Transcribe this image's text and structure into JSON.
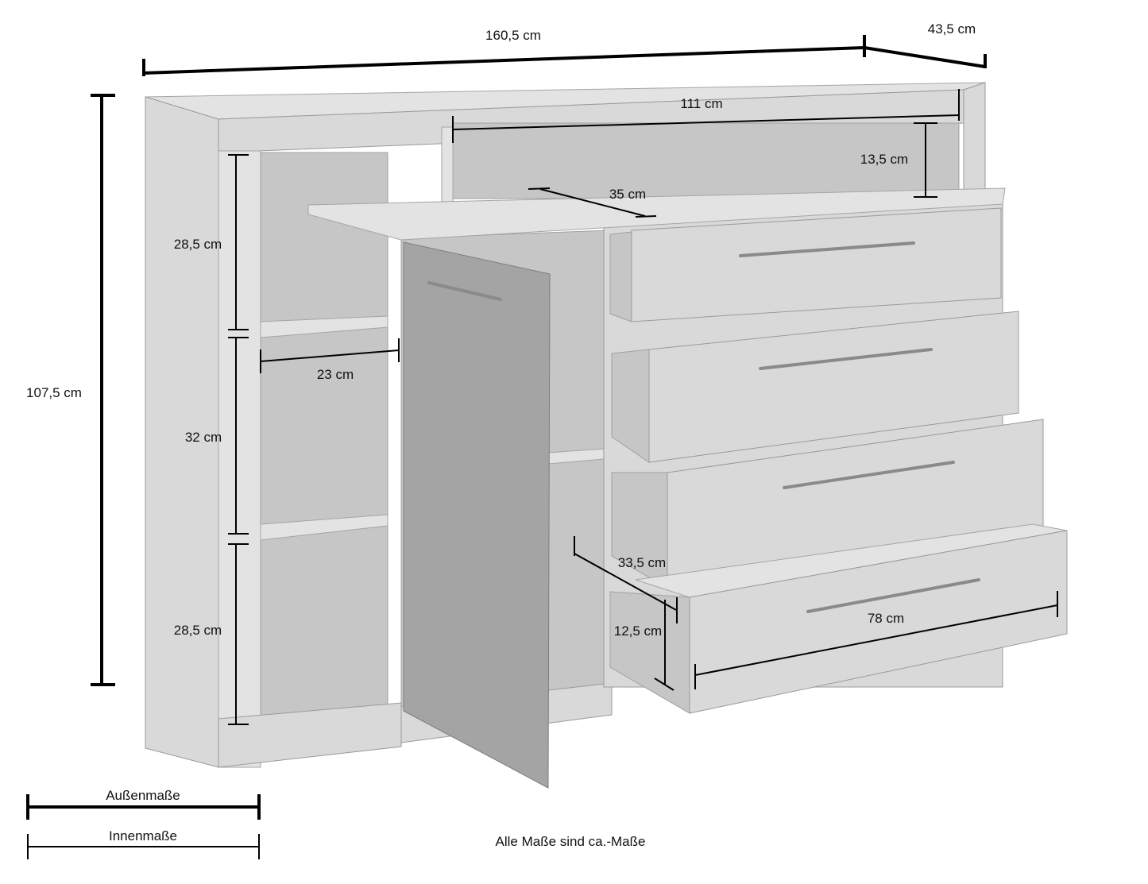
{
  "dimensions": {
    "width": "160,5 cm",
    "depth": "43,5 cm",
    "height": "107,5 cm",
    "niche_width": "111 cm",
    "niche_height": "13,5 cm",
    "niche_depth": "35 cm",
    "shelf_top_height": "28,5 cm",
    "shelf_middle_height": "32 cm",
    "shelf_bottom_height": "28,5 cm",
    "shelf_width": "23 cm",
    "drawer_depth": "33,5 cm",
    "drawer_height": "12,5 cm",
    "drawer_width": "78 cm"
  },
  "legend": {
    "outer_label": "Außenmaße",
    "inner_label": "Innenmaße"
  },
  "note": "Alle Maße sind ca.-Maße"
}
